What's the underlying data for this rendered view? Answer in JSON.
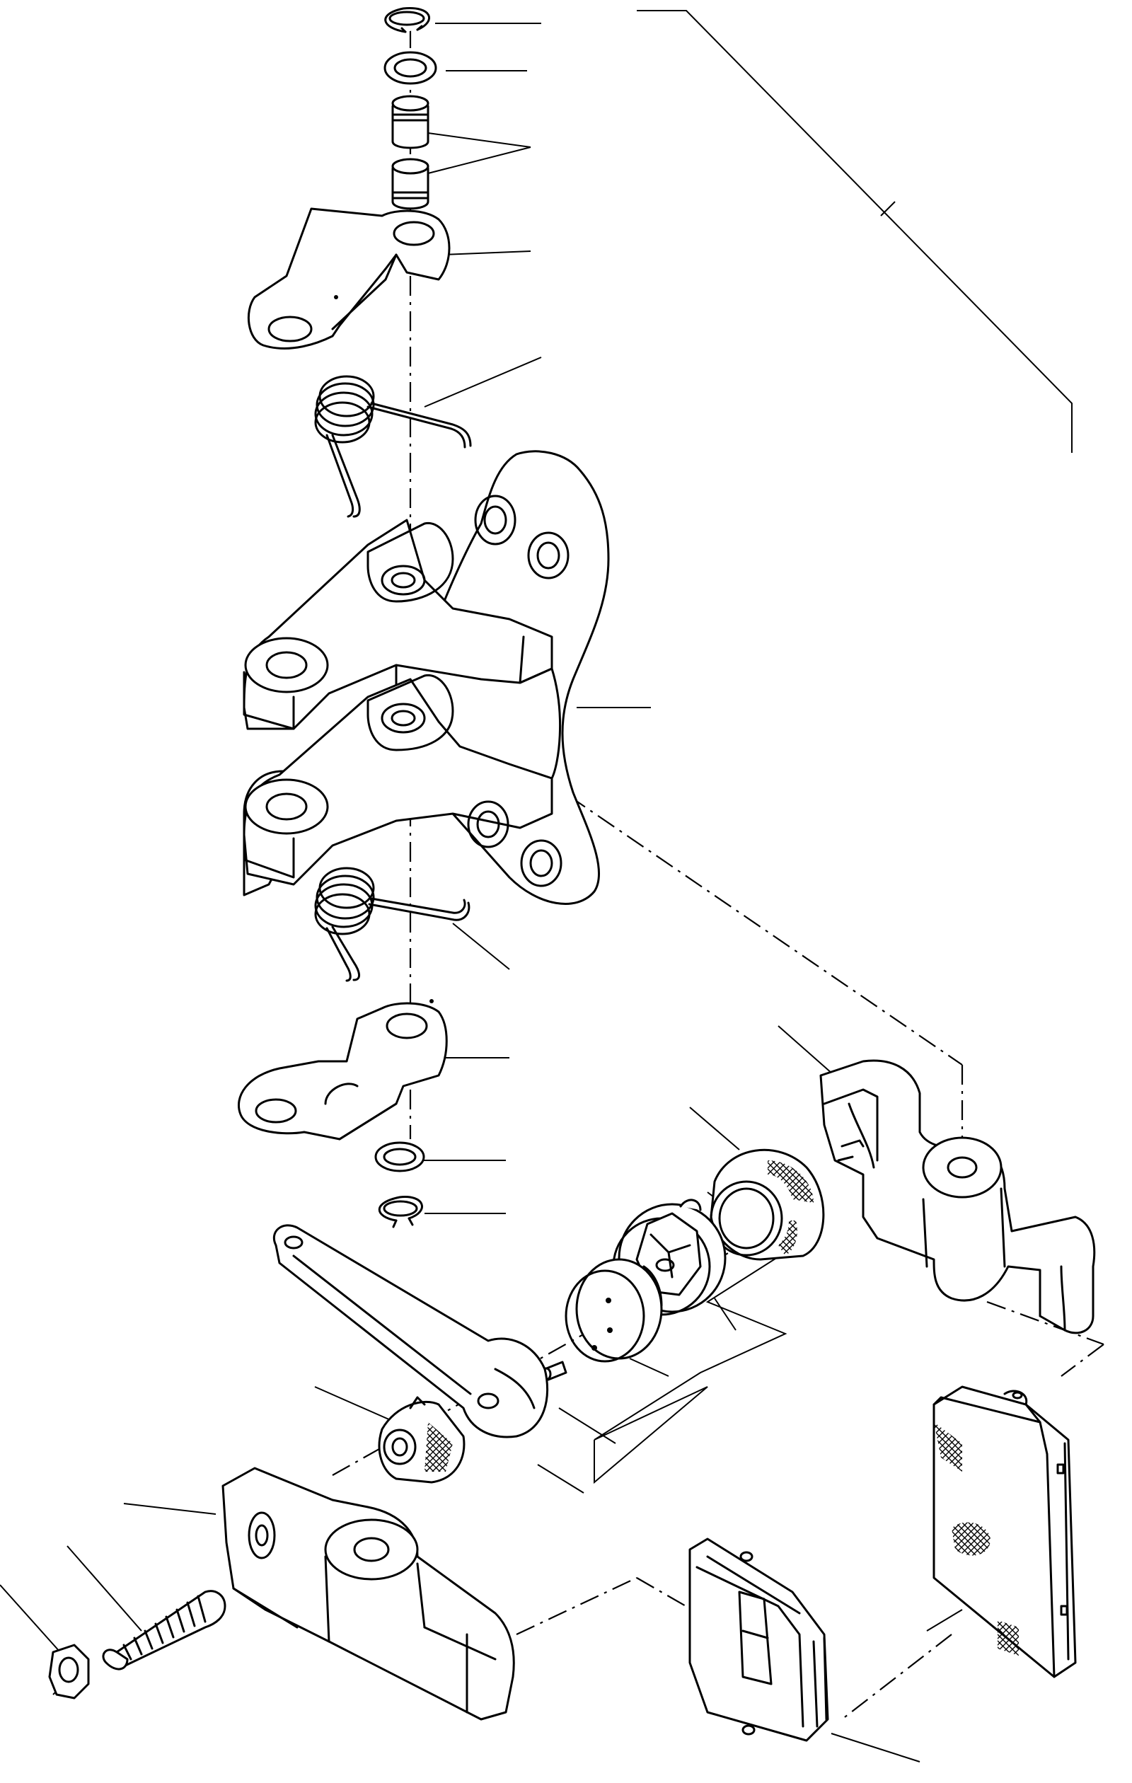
{
  "diagram": {
    "kind": "exploded-parts-view",
    "colors": {
      "line": "#000000",
      "background": "#ffffff"
    },
    "parts": [
      {
        "name": "circlip-top",
        "icon": "circlip-icon"
      },
      {
        "name": "washer-top",
        "icon": "washer-icon"
      },
      {
        "name": "pin-bushings",
        "icon": "bushing-icon"
      },
      {
        "name": "upper-mount-plate",
        "icon": "bracket-plate-icon"
      },
      {
        "name": "upper-torsion-spring",
        "icon": "spring-icon"
      },
      {
        "name": "caliper-bracket",
        "icon": "bracket-icon"
      },
      {
        "name": "lower-torsion-spring",
        "icon": "spring-icon"
      },
      {
        "name": "lower-mount-plate",
        "icon": "bracket-plate-icon"
      },
      {
        "name": "washer-bottom",
        "icon": "washer-icon"
      },
      {
        "name": "circlip-bottom",
        "icon": "circlip-icon"
      },
      {
        "name": "rear-caliper-arm",
        "icon": "caliper-arm-icon"
      },
      {
        "name": "piston-seal-ring",
        "icon": "seal-ring-icon"
      },
      {
        "name": "piston",
        "icon": "piston-icon"
      },
      {
        "name": "piston-plate",
        "icon": "plate-icon"
      },
      {
        "name": "dowel-pin",
        "icon": "pin-icon"
      },
      {
        "name": "adjuster-lever",
        "icon": "lever-icon"
      },
      {
        "name": "conical-nut",
        "icon": "nut-icon"
      },
      {
        "name": "front-caliper-arm",
        "icon": "caliper-arm-icon"
      },
      {
        "name": "adjusting-screw",
        "icon": "screw-icon"
      },
      {
        "name": "lock-nut",
        "icon": "hex-nut-icon"
      },
      {
        "name": "brake-pad-rear",
        "icon": "brake-pad-icon"
      },
      {
        "name": "brake-pad-front",
        "icon": "brake-pad-icon"
      }
    ]
  }
}
